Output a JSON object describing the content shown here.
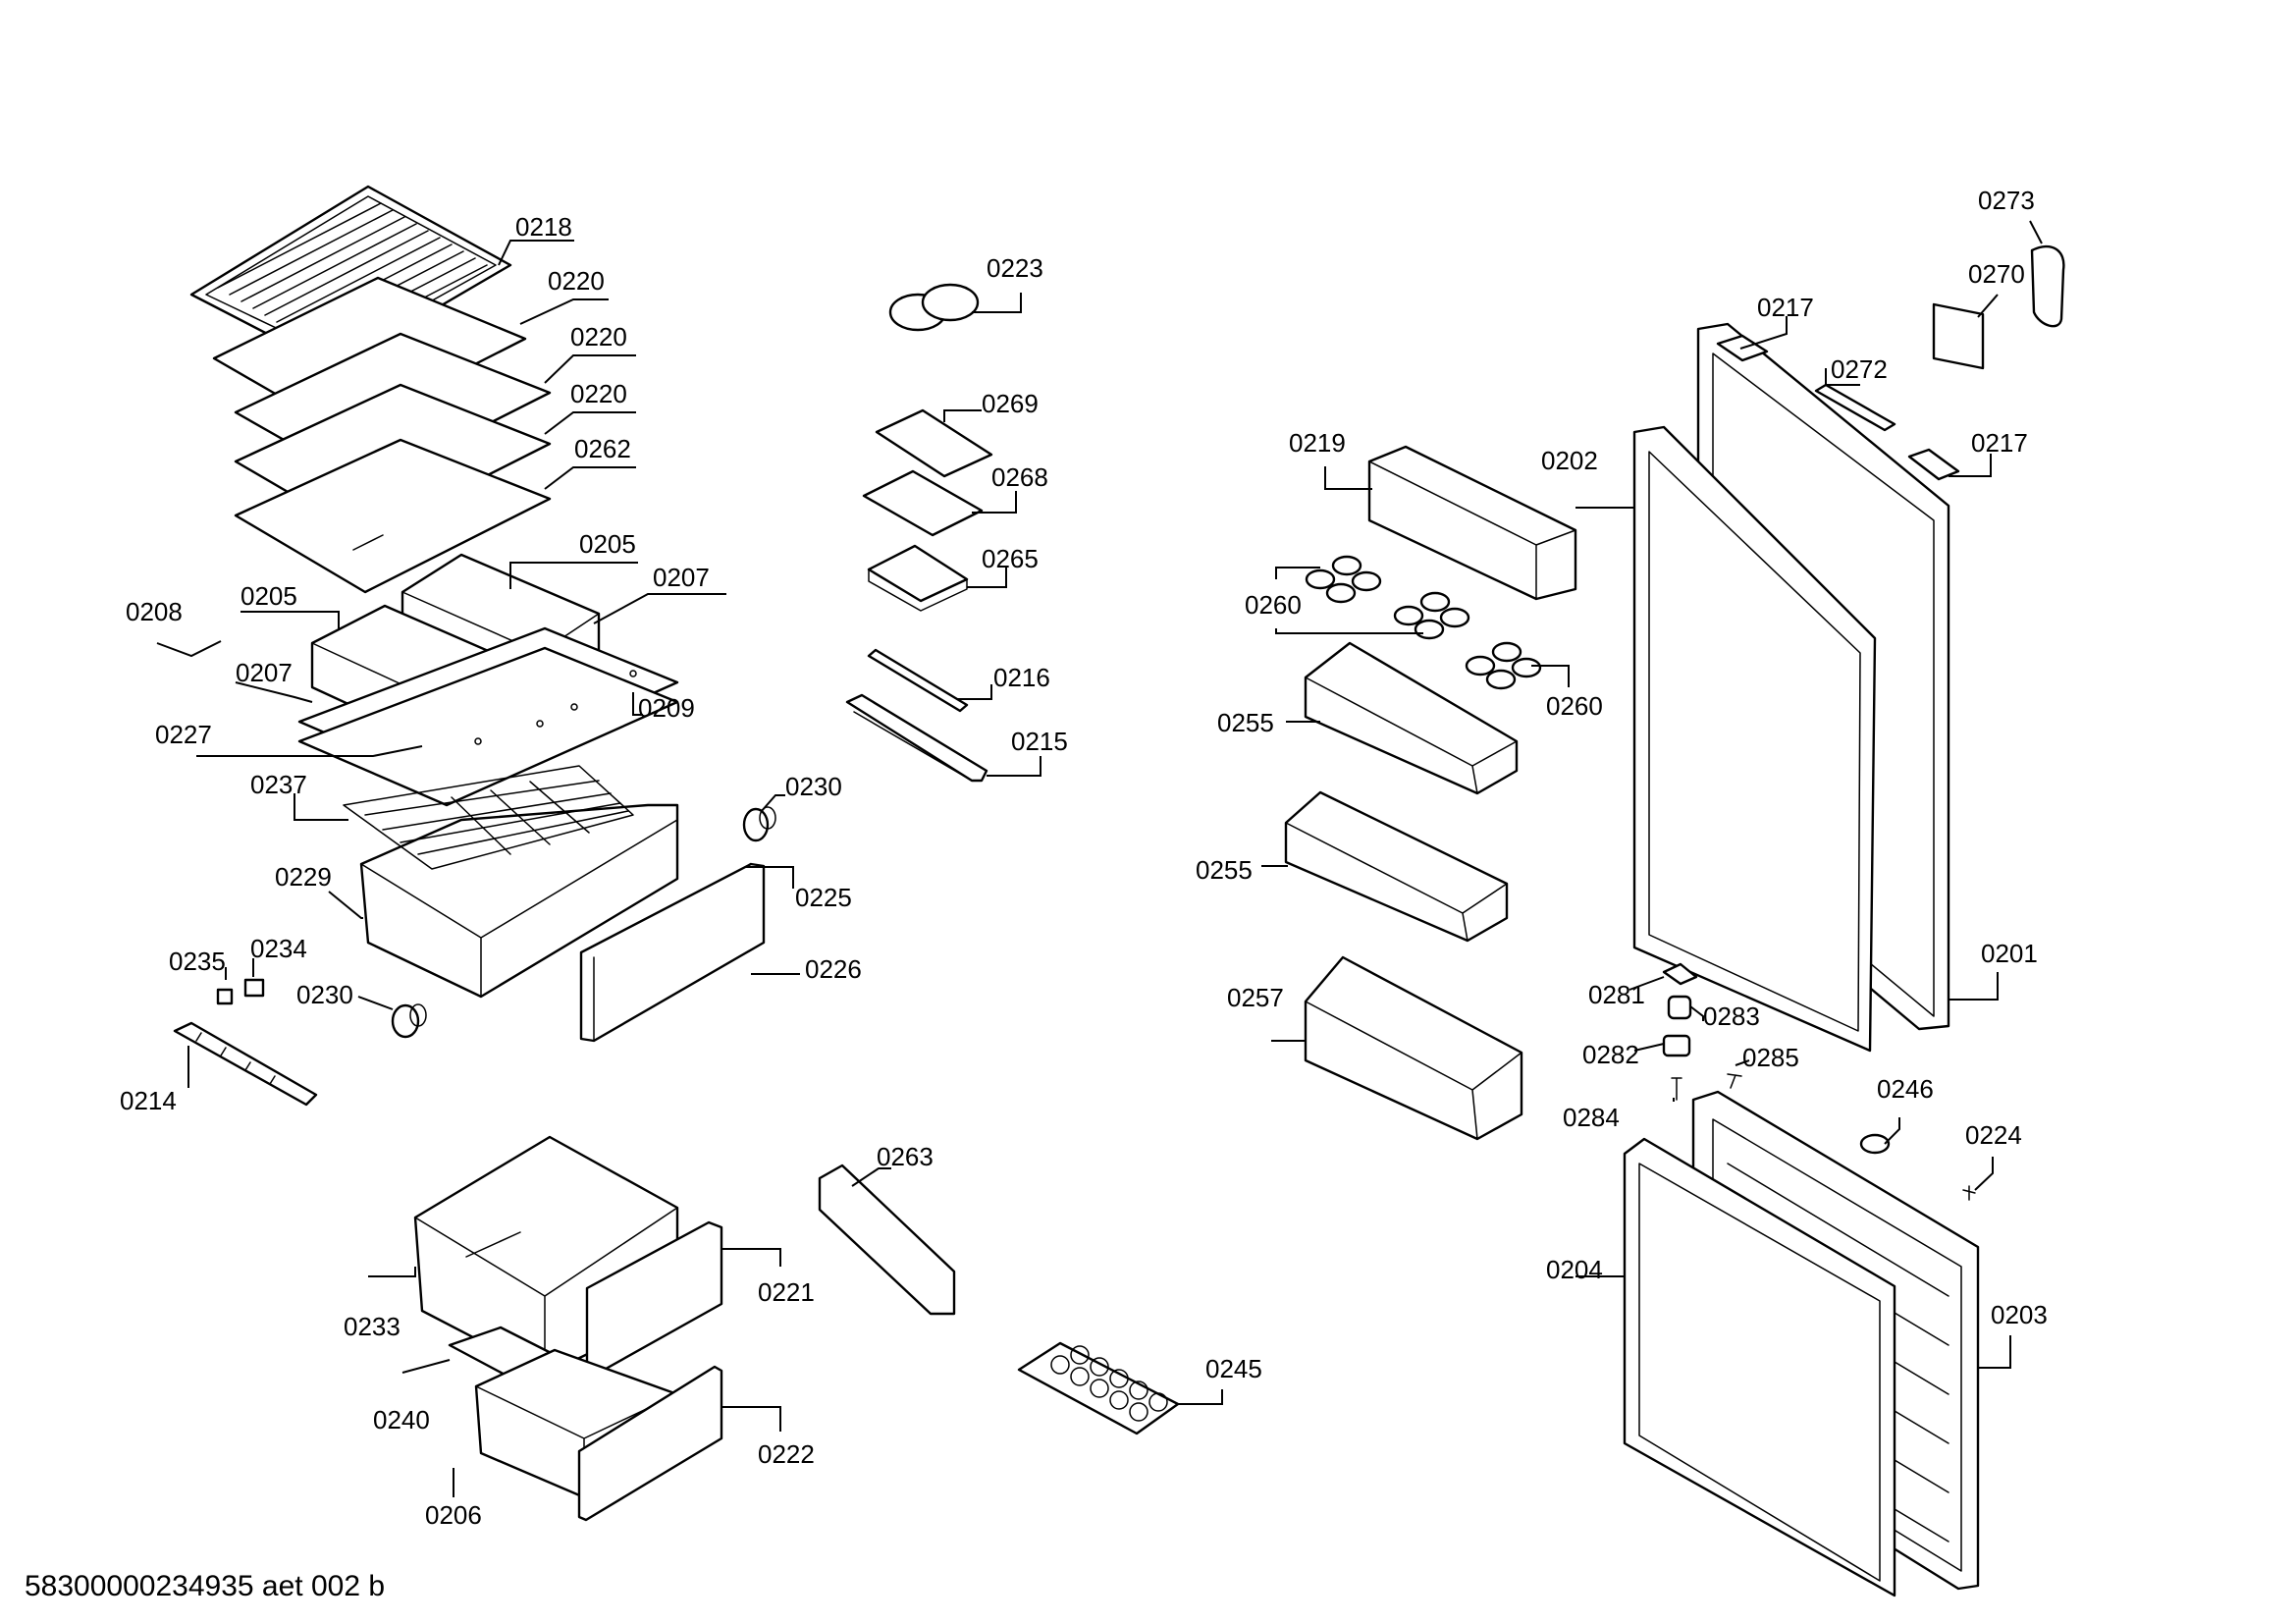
{
  "drawing_number": "58300000234935 aet 002 b",
  "labels": {
    "p0201": "0201",
    "p0202": "0202",
    "p0203": "0203",
    "p0204": "0204",
    "p0205a": "0205",
    "p0205b": "0205",
    "p0206": "0206",
    "p0207a": "0207",
    "p0207b": "0207",
    "p0208": "0208",
    "p0209": "0209",
    "p0214": "0214",
    "p0215": "0215",
    "p0216": "0216",
    "p0217a": "0217",
    "p0217b": "0217",
    "p0218": "0218",
    "p0219": "0219",
    "p0220a": "0220",
    "p0220b": "0220",
    "p0220c": "0220",
    "p0221": "0221",
    "p0222": "0222",
    "p0223": "0223",
    "p0224": "0224",
    "p0225": "0225",
    "p0226": "0226",
    "p0227": "0227",
    "p0229": "0229",
    "p0230a": "0230",
    "p0230b": "0230",
    "p0233": "0233",
    "p0234": "0234",
    "p0235": "0235",
    "p0237": "0237",
    "p0240": "0240",
    "p0245": "0245",
    "p0246": "0246",
    "p0255a": "0255",
    "p0255b": "0255",
    "p0257": "0257",
    "p0260a": "0260",
    "p0260b": "0260",
    "p0262": "0262",
    "p0263": "0263",
    "p0265": "0265",
    "p0268": "0268",
    "p0269": "0269",
    "p0270": "0270",
    "p0272": "0272",
    "p0273": "0273",
    "p0281": "0281",
    "p0282": "0282",
    "p0283": "0283",
    "p0284": "0284",
    "p0285": "0285"
  }
}
